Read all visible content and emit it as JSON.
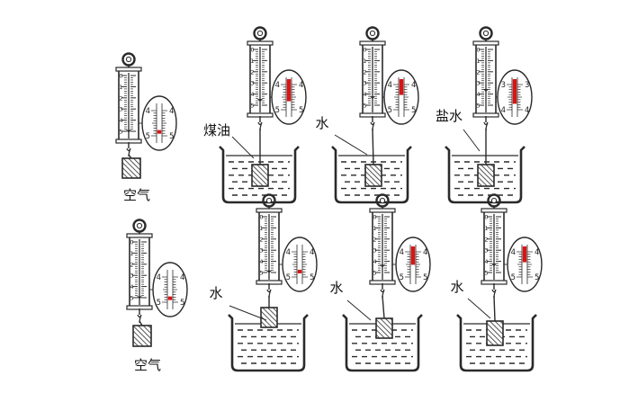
{
  "colors": {
    "ink": "#2a2a2a",
    "fill": "#d91414",
    "background": "#ffffff"
  },
  "scale_ticks": [
    "0",
    "1",
    "2",
    "3",
    "4",
    "5"
  ],
  "experiments": [
    {
      "id": "a",
      "medium": "空气",
      "zoom_ticks": [
        "4",
        "5"
      ],
      "zoom_reading": 4.88,
      "zoom_value_pair": [
        "4",
        "5"
      ]
    },
    {
      "id": "b",
      "medium": "煤油",
      "zoom_ticks": [
        "4",
        "5"
      ],
      "zoom_reading": 4.45,
      "zoom_value_pair": [
        "4",
        "5"
      ]
    },
    {
      "id": "c",
      "medium": "水",
      "zoom_ticks": [
        "4",
        "5"
      ],
      "zoom_reading": 4.2,
      "zoom_value_pair": [
        "4",
        "5"
      ]
    },
    {
      "id": "d",
      "medium": "盐水",
      "zoom_ticks": [
        "3",
        "4"
      ],
      "zoom_reading": 3.55,
      "zoom_value_pair": [
        "3",
        "4"
      ]
    },
    {
      "id": "e",
      "medium": "空气",
      "zoom_ticks": [
        "4",
        "5"
      ],
      "zoom_reading": 4.88,
      "zoom_value_pair": [
        "4",
        "5"
      ]
    },
    {
      "id": "f",
      "medium": "水",
      "zoom_ticks": [
        "4",
        "5"
      ],
      "zoom_reading": 4.82,
      "zoom_value_pair": [
        "4",
        "5"
      ]
    },
    {
      "id": "g",
      "medium": "水",
      "zoom_ticks": [
        "4",
        "5"
      ],
      "zoom_reading": 4.3,
      "zoom_value_pair": [
        "4",
        "5"
      ]
    },
    {
      "id": "h",
      "medium": "水",
      "zoom_ticks": [
        "4",
        "5"
      ],
      "zoom_reading": 4.2,
      "zoom_value_pair": [
        "4",
        "5"
      ]
    }
  ]
}
